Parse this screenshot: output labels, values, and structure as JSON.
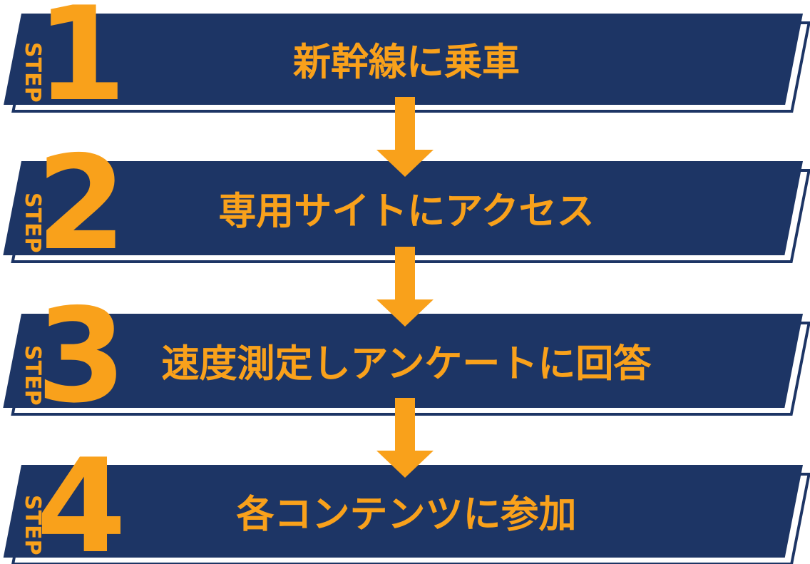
{
  "colors": {
    "navy": "#1d3565",
    "orange": "#f9a11b",
    "background": "#ffffff"
  },
  "steps": [
    {
      "step_label": "STEP",
      "number": "1",
      "text": "新幹線に乗車"
    },
    {
      "step_label": "STEP",
      "number": "2",
      "text": "専用サイトにアクセス"
    },
    {
      "step_label": "STEP",
      "number": "3",
      "text": "速度測定しアンケートに回答"
    },
    {
      "step_label": "STEP",
      "number": "4",
      "text": "各コンテンツに参加"
    }
  ],
  "icons": {
    "arrow_down": "▼"
  }
}
